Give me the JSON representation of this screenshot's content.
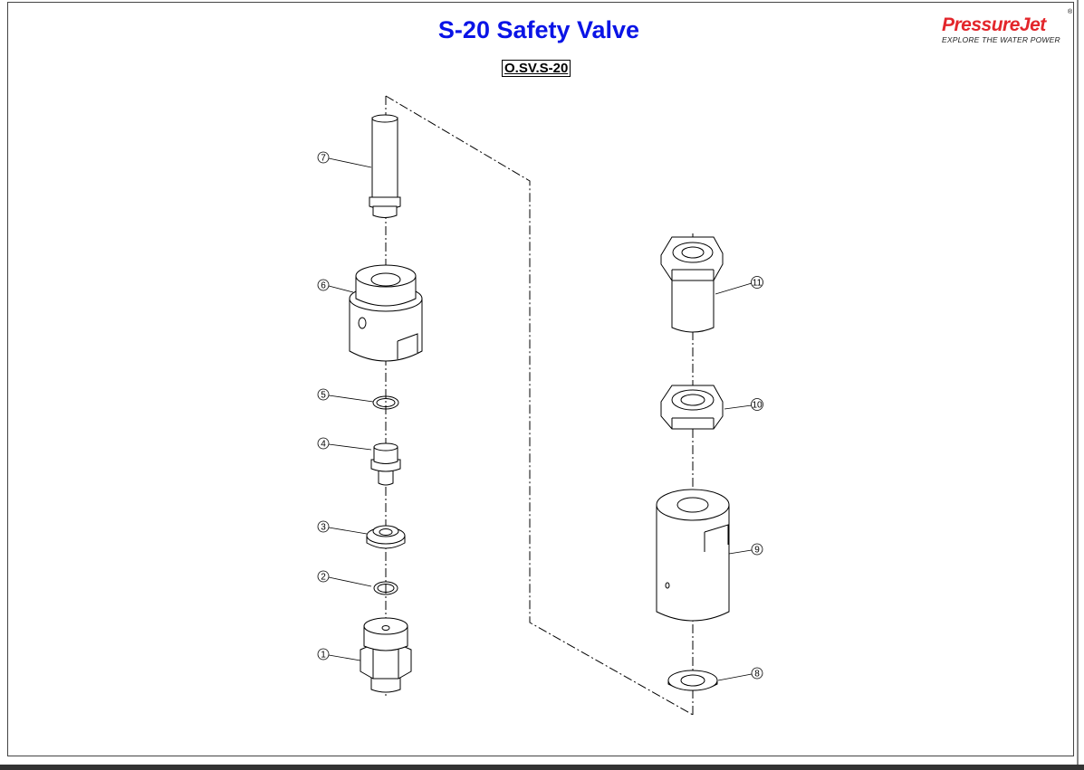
{
  "header": {
    "title": "S-20 Safety Valve",
    "part_code": "O.SV.S-20"
  },
  "logo": {
    "brand": "PressureJet",
    "tagline": "EXPLORE THE WATER POWER",
    "registered": "®"
  },
  "callouts": [
    "1",
    "2",
    "3",
    "4",
    "5",
    "6",
    "7",
    "8",
    "9",
    "10",
    "11"
  ]
}
